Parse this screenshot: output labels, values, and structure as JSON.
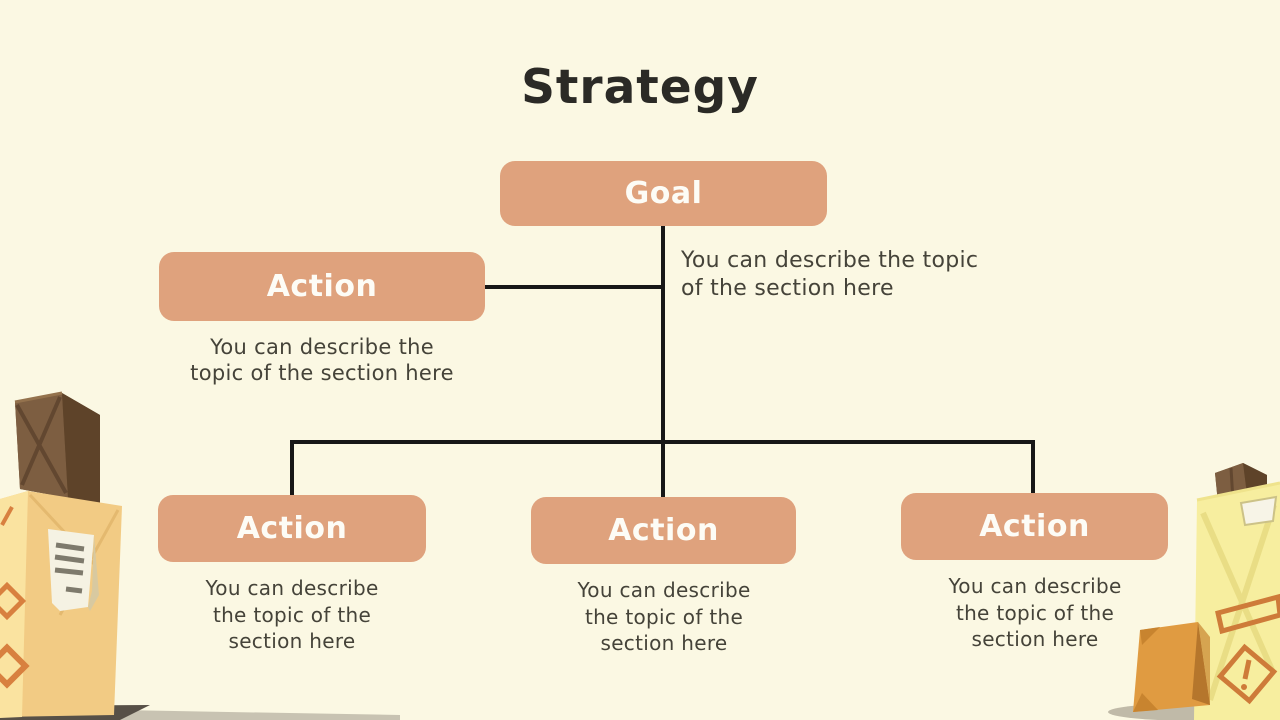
{
  "slide": {
    "title": "Strategy"
  },
  "tree": {
    "goal": {
      "label": "Goal",
      "description": "You can describe the topic\nof the section here"
    },
    "side_action": {
      "label": "Action",
      "description": "You can describe the\ntopic of the section here"
    },
    "bottom_actions": [
      {
        "label": "Action",
        "description": "You can describe\nthe topic of the\nsection here"
      },
      {
        "label": "Action",
        "description": "You can describe\nthe topic of the\nsection here"
      },
      {
        "label": "Action",
        "description": "You can describe\nthe topic of the\nsection here"
      }
    ]
  },
  "decorations": {
    "left": "cardboard-boxes-illustration",
    "right": "cardboard-boxes-illustration"
  },
  "colors": {
    "background": "#FBF8E3",
    "node_fill": "#DFA27D",
    "node_text": "#FDFCF6",
    "title_text": "#2B2A26",
    "body_text": "#454339",
    "connector": "#171717"
  }
}
